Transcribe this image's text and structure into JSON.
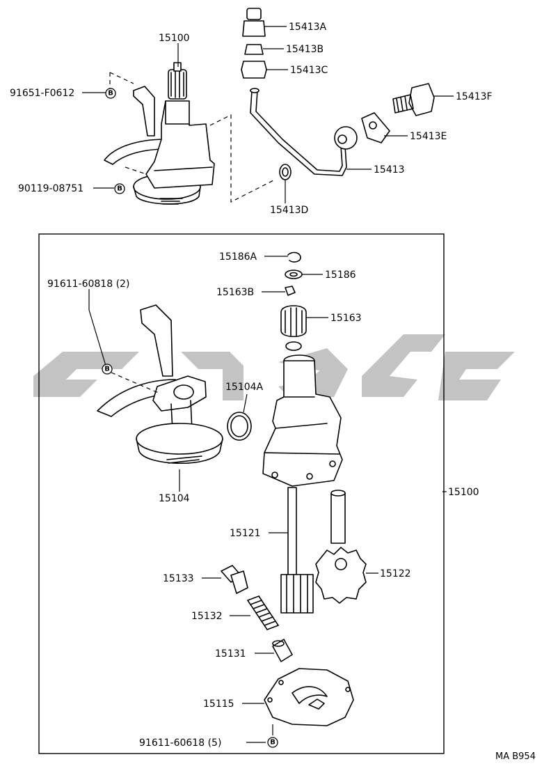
{
  "labels": {
    "p15100_top": "15100",
    "p91651": "91651-F0612",
    "p90119": "90119-08751",
    "p15413A": "15413A",
    "p15413B": "15413B",
    "p15413C": "15413C",
    "p15413F": "15413F",
    "p15413E": "15413E",
    "p15413": "15413",
    "p15413D": "15413D",
    "p15186A": "15186A",
    "p15186": "15186",
    "p15163B": "15163B",
    "p15163": "15163",
    "p91611_2": "91611-60818 (2)",
    "p15104A": "15104A",
    "p15104": "15104",
    "p15100_side": "15100",
    "p15121": "15121",
    "p15122": "15122",
    "p15133": "15133",
    "p15132": "15132",
    "p15131": "15131",
    "p15115": "15115",
    "p91611_5": "91611-60618 (5)",
    "ref": "MA B954"
  },
  "bolt_marker": "B"
}
